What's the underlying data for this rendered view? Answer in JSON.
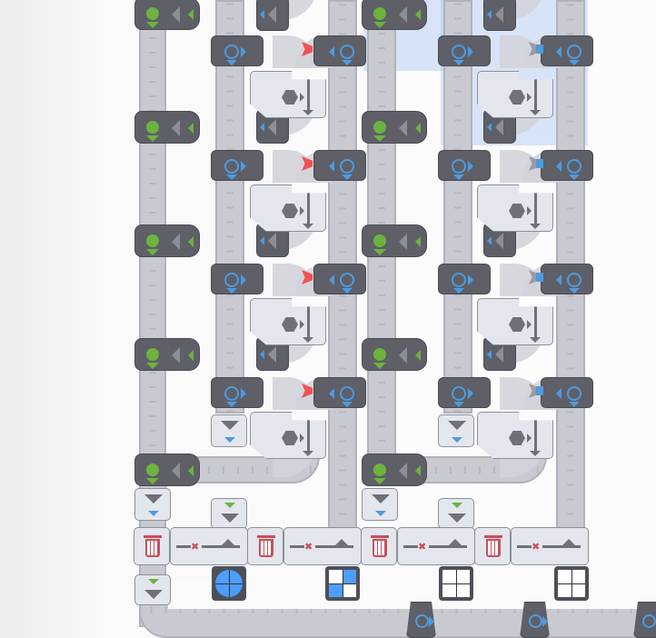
{
  "scene": {
    "colors": {
      "belt": "#c9cad1",
      "machine_dark": "#5e5f67",
      "machine_light": "#e4e6ee",
      "splitter_accent": "#6db33f",
      "balancer_accent": "#4d9be0",
      "cutter_marker": "#f05252",
      "trash": "#c7505a",
      "selection": "#aac8f5"
    },
    "displays": [
      {
        "icon": "circle-blue-quarters",
        "cells": [
          "#4d9dff",
          "#4d9dff",
          "#4d9dff",
          "#4d9dff"
        ],
        "round": true
      },
      {
        "icon": "square-checker",
        "cells": [
          "#ffffff",
          "#4d9dff",
          "#4d9dff",
          "#ffffff"
        ],
        "round": false
      },
      {
        "icon": "windmill-white",
        "cells": [
          "#ffffff",
          "#ffffff",
          "#ffffff",
          "#ffffff"
        ],
        "round": false
      },
      {
        "icon": "windmill-white-2",
        "cells": [
          "#ffffff",
          "#ffffff",
          "#ffffff",
          "#ffffff"
        ],
        "round": false
      }
    ]
  }
}
